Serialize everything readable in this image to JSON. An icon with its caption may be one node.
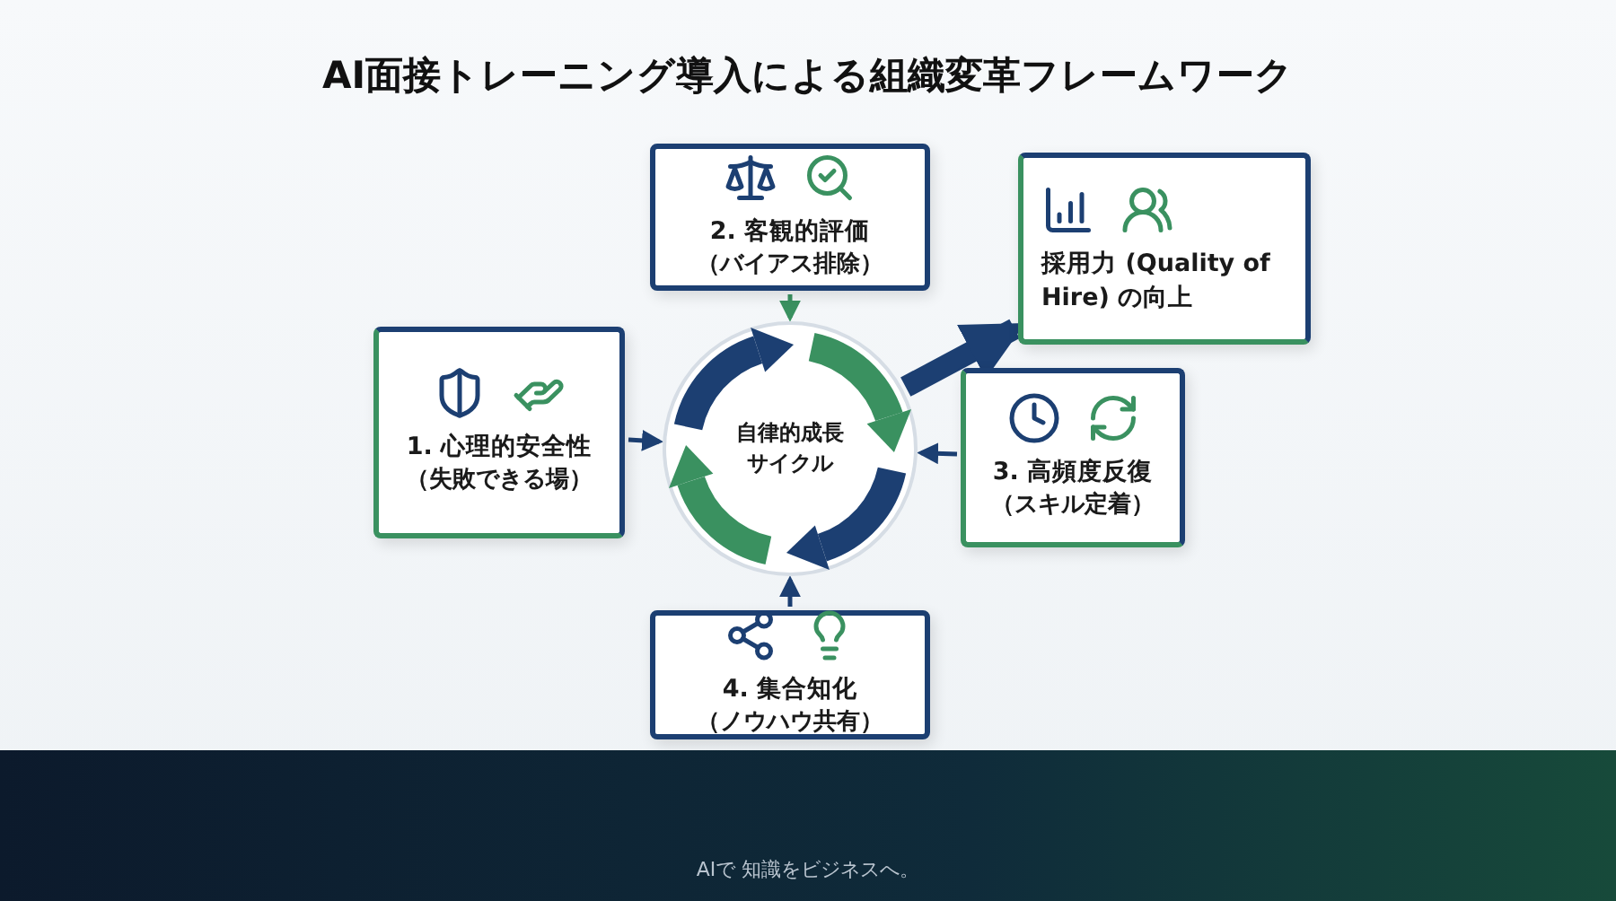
{
  "diagram": {
    "title": "AI面接トレーニング導入による組織変革フレームワーク",
    "nodes": [
      {
        "text": [
          "自律的成長サイクル"
        ]
      },
      {
        "text": [
          "1. 心理的安全性",
          "（失敗できる場）"
        ]
      },
      {
        "text": [
          "2. 客観的評価",
          "（バイアス排除）"
        ]
      },
      {
        "text": [
          "3. 高頻度反復",
          "（スキル定着）"
        ]
      },
      {
        "text": [
          "4. 集合知化",
          "（ノウハウ共有）"
        ]
      },
      {
        "text": [
          "採用力 (Quality of Hire) の向上"
        ]
      }
    ],
    "edges": [
      {
        "from": 1,
        "to": 0,
        "arrow": "to"
      },
      {
        "from": 2,
        "to": 0,
        "arrow": "to",
        "color": "#3a9160"
      },
      {
        "from": 3,
        "to": 0,
        "arrow": "to"
      },
      {
        "from": 4,
        "to": 0,
        "arrow": "to"
      },
      {
        "from": 0,
        "to": 5,
        "arrow": "to",
        "style": "thick"
      }
    ],
    "labels": [
      "AIで 知識をビジネスへ。"
    ]
  }
}
